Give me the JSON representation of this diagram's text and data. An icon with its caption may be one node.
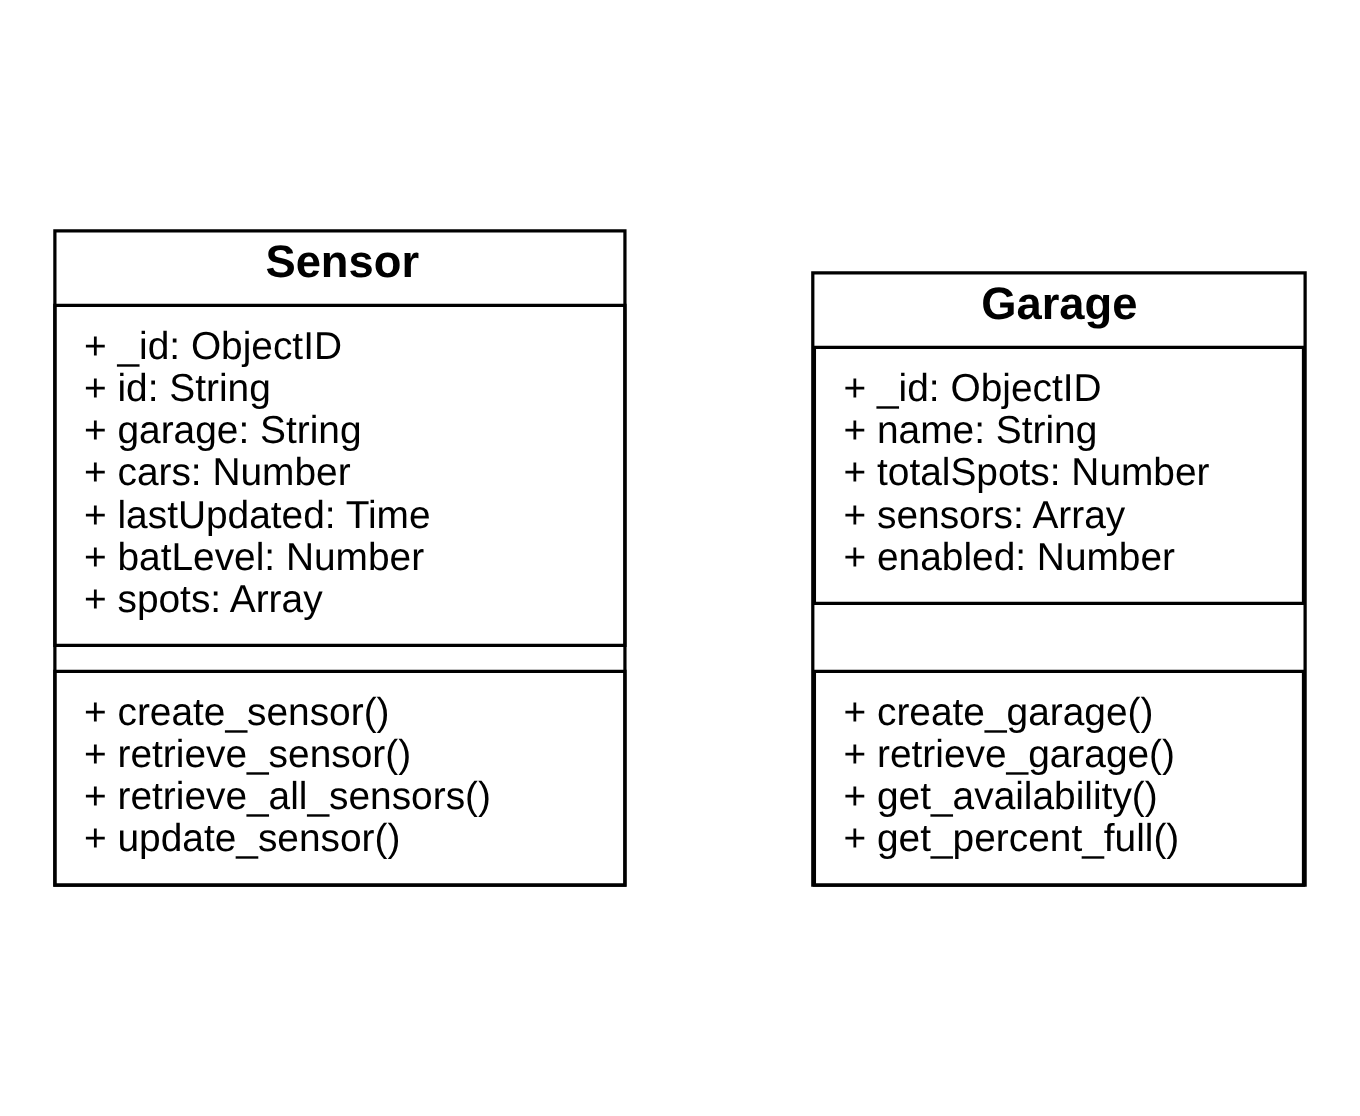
{
  "diagram": {
    "nodes": [
      {
        "text": [
          "Sensor"
        ]
      },
      {
        "text": [
          "+ _id: ObjectID",
          "+ id: String",
          "+ garage: String",
          "+ cars: Number",
          "+ lastUpdated: Time",
          "+ batLevel: Number",
          "+ spots: Array"
        ],
        "in": 0
      },
      {
        "text": [
          "+ create_sensor()",
          "+ retrieve_sensor()",
          "+ retrieve_all_sensors()",
          "+ update_sensor()"
        ],
        "in": 0
      },
      {
        "text": [
          "Garage"
        ]
      },
      {
        "text": [
          "+ _id: ObjectID",
          "+ name: String",
          "+ totalSpots: Number",
          "+ sensors: Array",
          "+ enabled: Number"
        ],
        "in": 3
      },
      {
        "text": [
          "+ create_garage()",
          "+ retrieve_garage()",
          "+ get_availability()",
          "+ get_percent_full()"
        ],
        "in": 3
      }
    ],
    "edges": []
  }
}
